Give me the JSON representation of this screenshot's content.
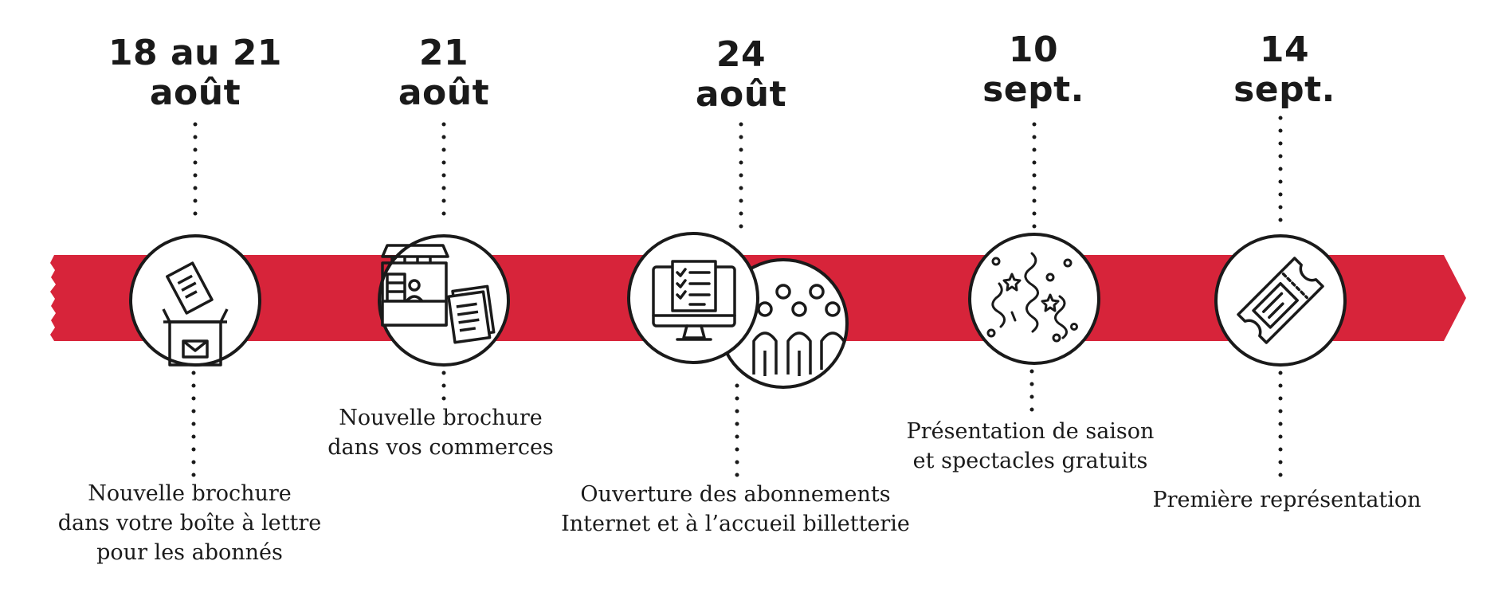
{
  "ribbon_color": "#d7243a",
  "events": [
    {
      "date": [
        "18 au 21",
        "août"
      ],
      "description": [
        "Nouvelle brochure",
        "dans votre boîte à lettre",
        "pour les abonnés"
      ],
      "icon": "ballot-box-mail-icon"
    },
    {
      "date": [
        "21",
        "août"
      ],
      "description": [
        "Nouvelle brochure",
        "dans vos commerces"
      ],
      "icon": "shop-brochure-icon"
    },
    {
      "date": [
        "24",
        "août"
      ],
      "description": [
        "Ouverture des abonnements",
        "Internet et à l’accueil billetterie"
      ],
      "icon": [
        "computer-checklist-icon",
        "people-crowd-icon"
      ]
    },
    {
      "date": [
        "10",
        "sept."
      ],
      "description": [
        "Présentation de saison",
        "et spectacles gratuits"
      ],
      "icon": "confetti-icon"
    },
    {
      "date": [
        "14",
        "sept."
      ],
      "description": [
        "Première représentation"
      ],
      "icon": "ticket-icon"
    }
  ]
}
